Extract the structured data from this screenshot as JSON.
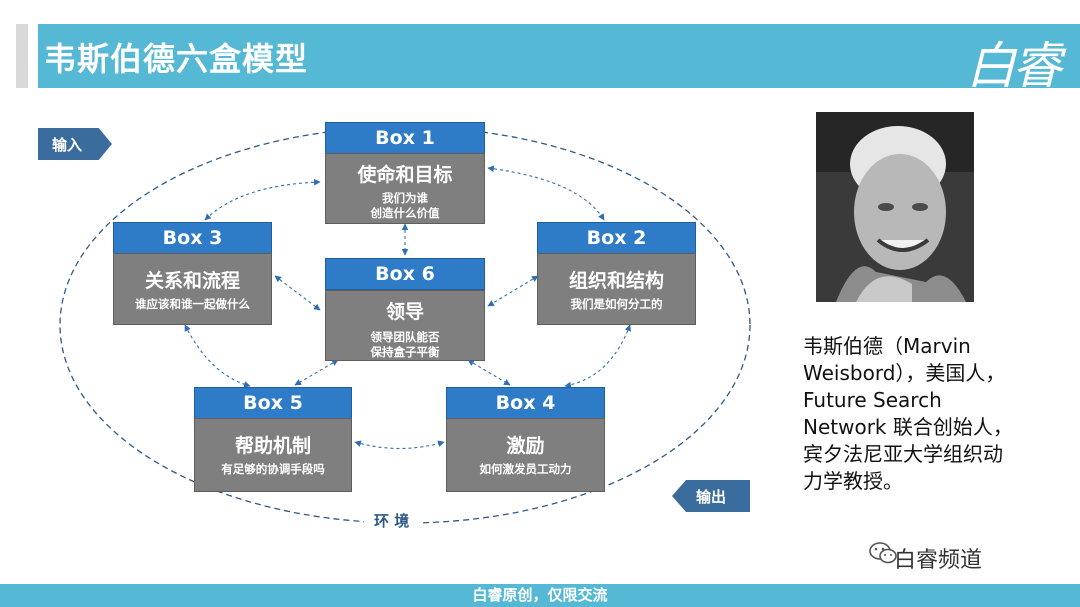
{
  "header": {
    "title": "韦斯伯德六盒模型",
    "logo_text": "白睿"
  },
  "diagram": {
    "input_label": "输入",
    "output_label": "输出",
    "environment_label": "环 境",
    "boxes": [
      {
        "id": "Box 1",
        "title": "使命和目标",
        "sub": [
          "我们为谁",
          "创造什么价值"
        ]
      },
      {
        "id": "Box 2",
        "title": "组织和结构",
        "sub": [
          "我们是如何分工的"
        ]
      },
      {
        "id": "Box 3",
        "title": "关系和流程",
        "sub": [
          "谁应该和谁一起做什么"
        ]
      },
      {
        "id": "Box 4",
        "title": "激励",
        "sub": [
          "如何激发员工动力"
        ]
      },
      {
        "id": "Box 5",
        "title": "帮助机制",
        "sub": [
          "有足够的协调手段吗"
        ]
      },
      {
        "id": "Box 6",
        "title": "领导",
        "sub": [
          "领导团队能否",
          "保持盒子平衡"
        ]
      }
    ]
  },
  "bio": {
    "lines": [
      "韦斯伯德（Marvin",
      "Weisbord），美国人，",
      "Future Search",
      "Network 联合创始人，",
      "宾夕法尼亚大学组织动",
      "力学教授。"
    ]
  },
  "watermark": {
    "text": "白睿频道"
  },
  "footer": {
    "text": "白睿原创，仅限交流"
  }
}
